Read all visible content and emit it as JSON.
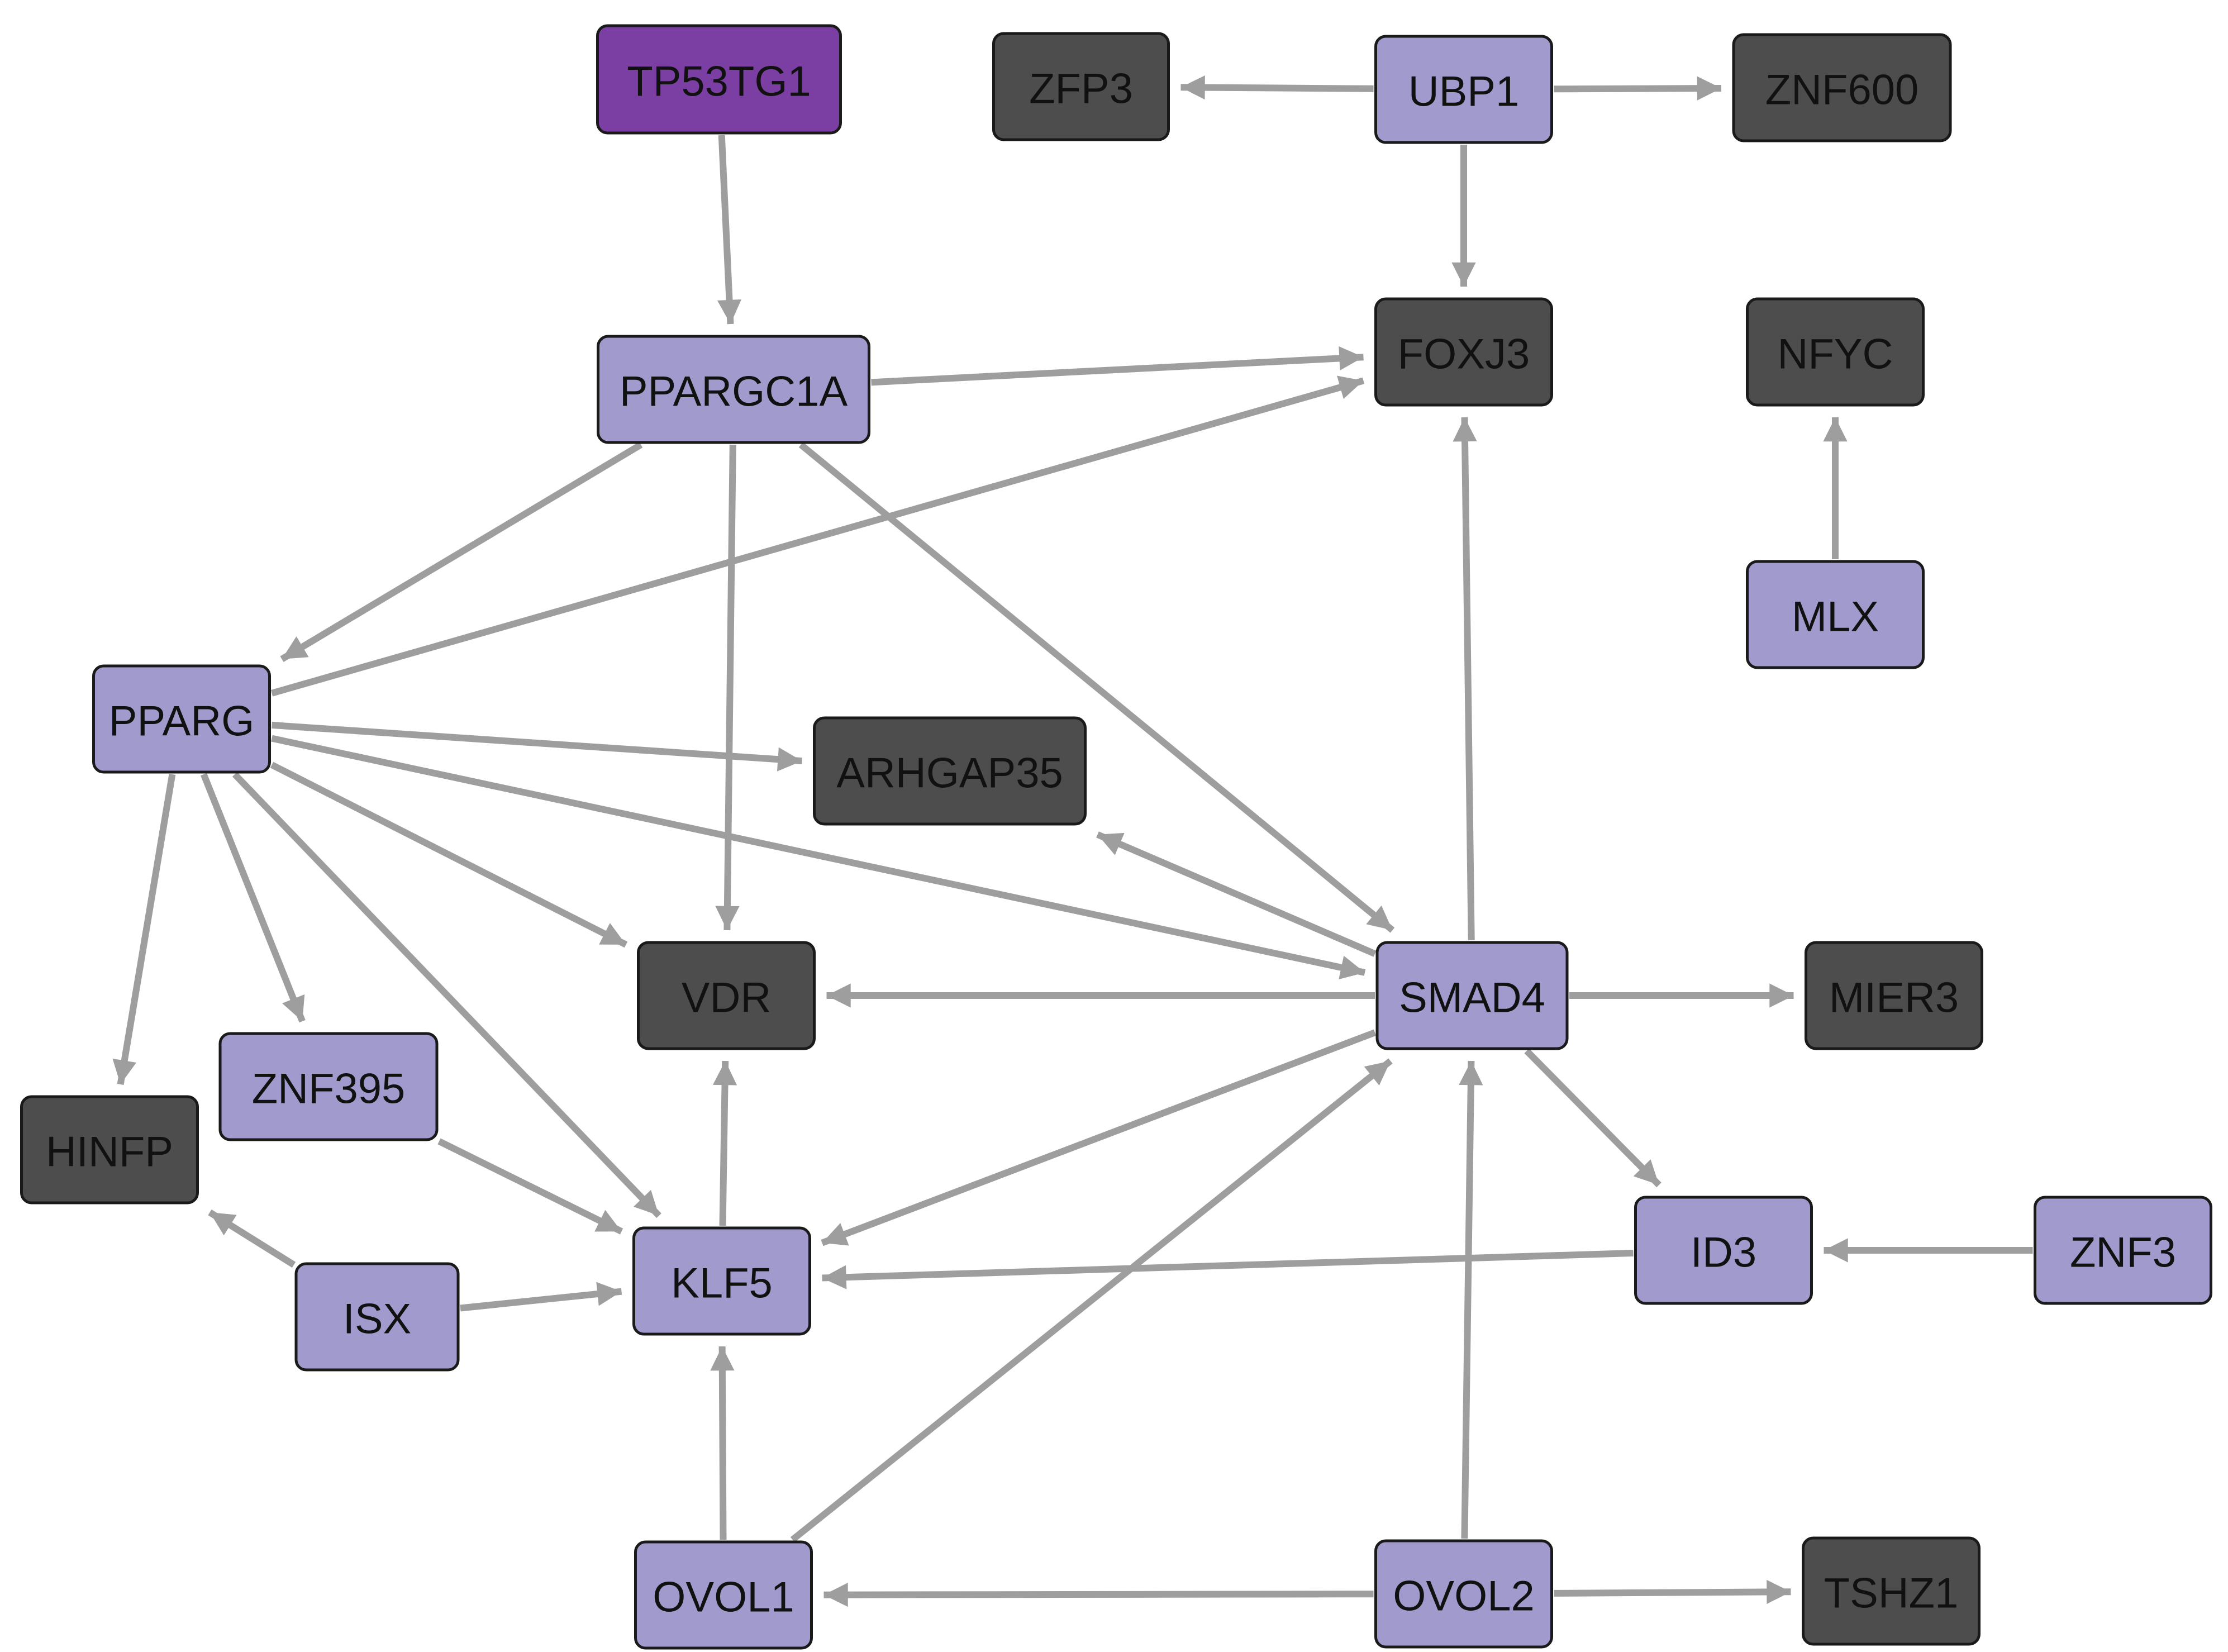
{
  "colors": {
    "source": "#7b3fa4",
    "regulator": "#a09bcc",
    "target": "#4d4d4d",
    "edge": "#9e9e9e",
    "border": "#1a1a1a",
    "text_dark": "#111111"
  },
  "nodes": [
    {
      "id": "TP53TG1",
      "label": "TP53TG1",
      "kind": "source"
    },
    {
      "id": "ZFP3",
      "label": "ZFP3",
      "kind": "target"
    },
    {
      "id": "UBP1",
      "label": "UBP1",
      "kind": "regulator"
    },
    {
      "id": "ZNF600",
      "label": "ZNF600",
      "kind": "target"
    },
    {
      "id": "PPARGC1A",
      "label": "PPARGC1A",
      "kind": "regulator"
    },
    {
      "id": "FOXJ3",
      "label": "FOXJ3",
      "kind": "target"
    },
    {
      "id": "NFYC",
      "label": "NFYC",
      "kind": "target"
    },
    {
      "id": "MLX",
      "label": "MLX",
      "kind": "regulator"
    },
    {
      "id": "PPARG",
      "label": "PPARG",
      "kind": "regulator"
    },
    {
      "id": "ARHGAP35",
      "label": "ARHGAP35",
      "kind": "target"
    },
    {
      "id": "VDR",
      "label": "VDR",
      "kind": "target"
    },
    {
      "id": "SMAD4",
      "label": "SMAD4",
      "kind": "regulator"
    },
    {
      "id": "MIER3",
      "label": "MIER3",
      "kind": "target"
    },
    {
      "id": "ZNF395",
      "label": "ZNF395",
      "kind": "regulator"
    },
    {
      "id": "HINFP",
      "label": "HINFP",
      "kind": "target"
    },
    {
      "id": "ISX",
      "label": "ISX",
      "kind": "regulator"
    },
    {
      "id": "KLF5",
      "label": "KLF5",
      "kind": "regulator"
    },
    {
      "id": "ID3",
      "label": "ID3",
      "kind": "regulator"
    },
    {
      "id": "ZNF3",
      "label": "ZNF3",
      "kind": "regulator"
    },
    {
      "id": "OVOL1",
      "label": "OVOL1",
      "kind": "regulator"
    },
    {
      "id": "OVOL2",
      "label": "OVOL2",
      "kind": "regulator"
    },
    {
      "id": "TSHZ1",
      "label": "TSHZ1",
      "kind": "target"
    }
  ],
  "edges": [
    {
      "from": "TP53TG1",
      "to": "PPARGC1A"
    },
    {
      "from": "UBP1",
      "to": "ZFP3"
    },
    {
      "from": "UBP1",
      "to": "ZNF600"
    },
    {
      "from": "UBP1",
      "to": "FOXJ3"
    },
    {
      "from": "PPARGC1A",
      "to": "FOXJ3"
    },
    {
      "from": "PPARGC1A",
      "to": "PPARG"
    },
    {
      "from": "PPARGC1A",
      "to": "VDR"
    },
    {
      "from": "PPARGC1A",
      "to": "SMAD4"
    },
    {
      "from": "PPARG",
      "to": "FOXJ3"
    },
    {
      "from": "PPARG",
      "to": "ARHGAP35"
    },
    {
      "from": "PPARG",
      "to": "VDR"
    },
    {
      "from": "PPARG",
      "to": "SMAD4"
    },
    {
      "from": "PPARG",
      "to": "HINFP"
    },
    {
      "from": "PPARG",
      "to": "ZNF395"
    },
    {
      "from": "PPARG",
      "to": "KLF5"
    },
    {
      "from": "MLX",
      "to": "NFYC"
    },
    {
      "from": "SMAD4",
      "to": "ARHGAP35"
    },
    {
      "from": "SMAD4",
      "to": "VDR"
    },
    {
      "from": "SMAD4",
      "to": "FOXJ3"
    },
    {
      "from": "SMAD4",
      "to": "MIER3"
    },
    {
      "from": "SMAD4",
      "to": "KLF5"
    },
    {
      "from": "SMAD4",
      "to": "ID3"
    },
    {
      "from": "ZNF395",
      "to": "KLF5"
    },
    {
      "from": "ISX",
      "to": "HINFP"
    },
    {
      "from": "ISX",
      "to": "KLF5"
    },
    {
      "from": "KLF5",
      "to": "VDR"
    },
    {
      "from": "ID3",
      "to": "KLF5"
    },
    {
      "from": "ZNF3",
      "to": "ID3"
    },
    {
      "from": "OVOL1",
      "to": "KLF5"
    },
    {
      "from": "OVOL1",
      "to": "SMAD4"
    },
    {
      "from": "OVOL2",
      "to": "OVOL1"
    },
    {
      "from": "OVOL2",
      "to": "SMAD4"
    },
    {
      "from": "OVOL2",
      "to": "TSHZ1"
    }
  ]
}
